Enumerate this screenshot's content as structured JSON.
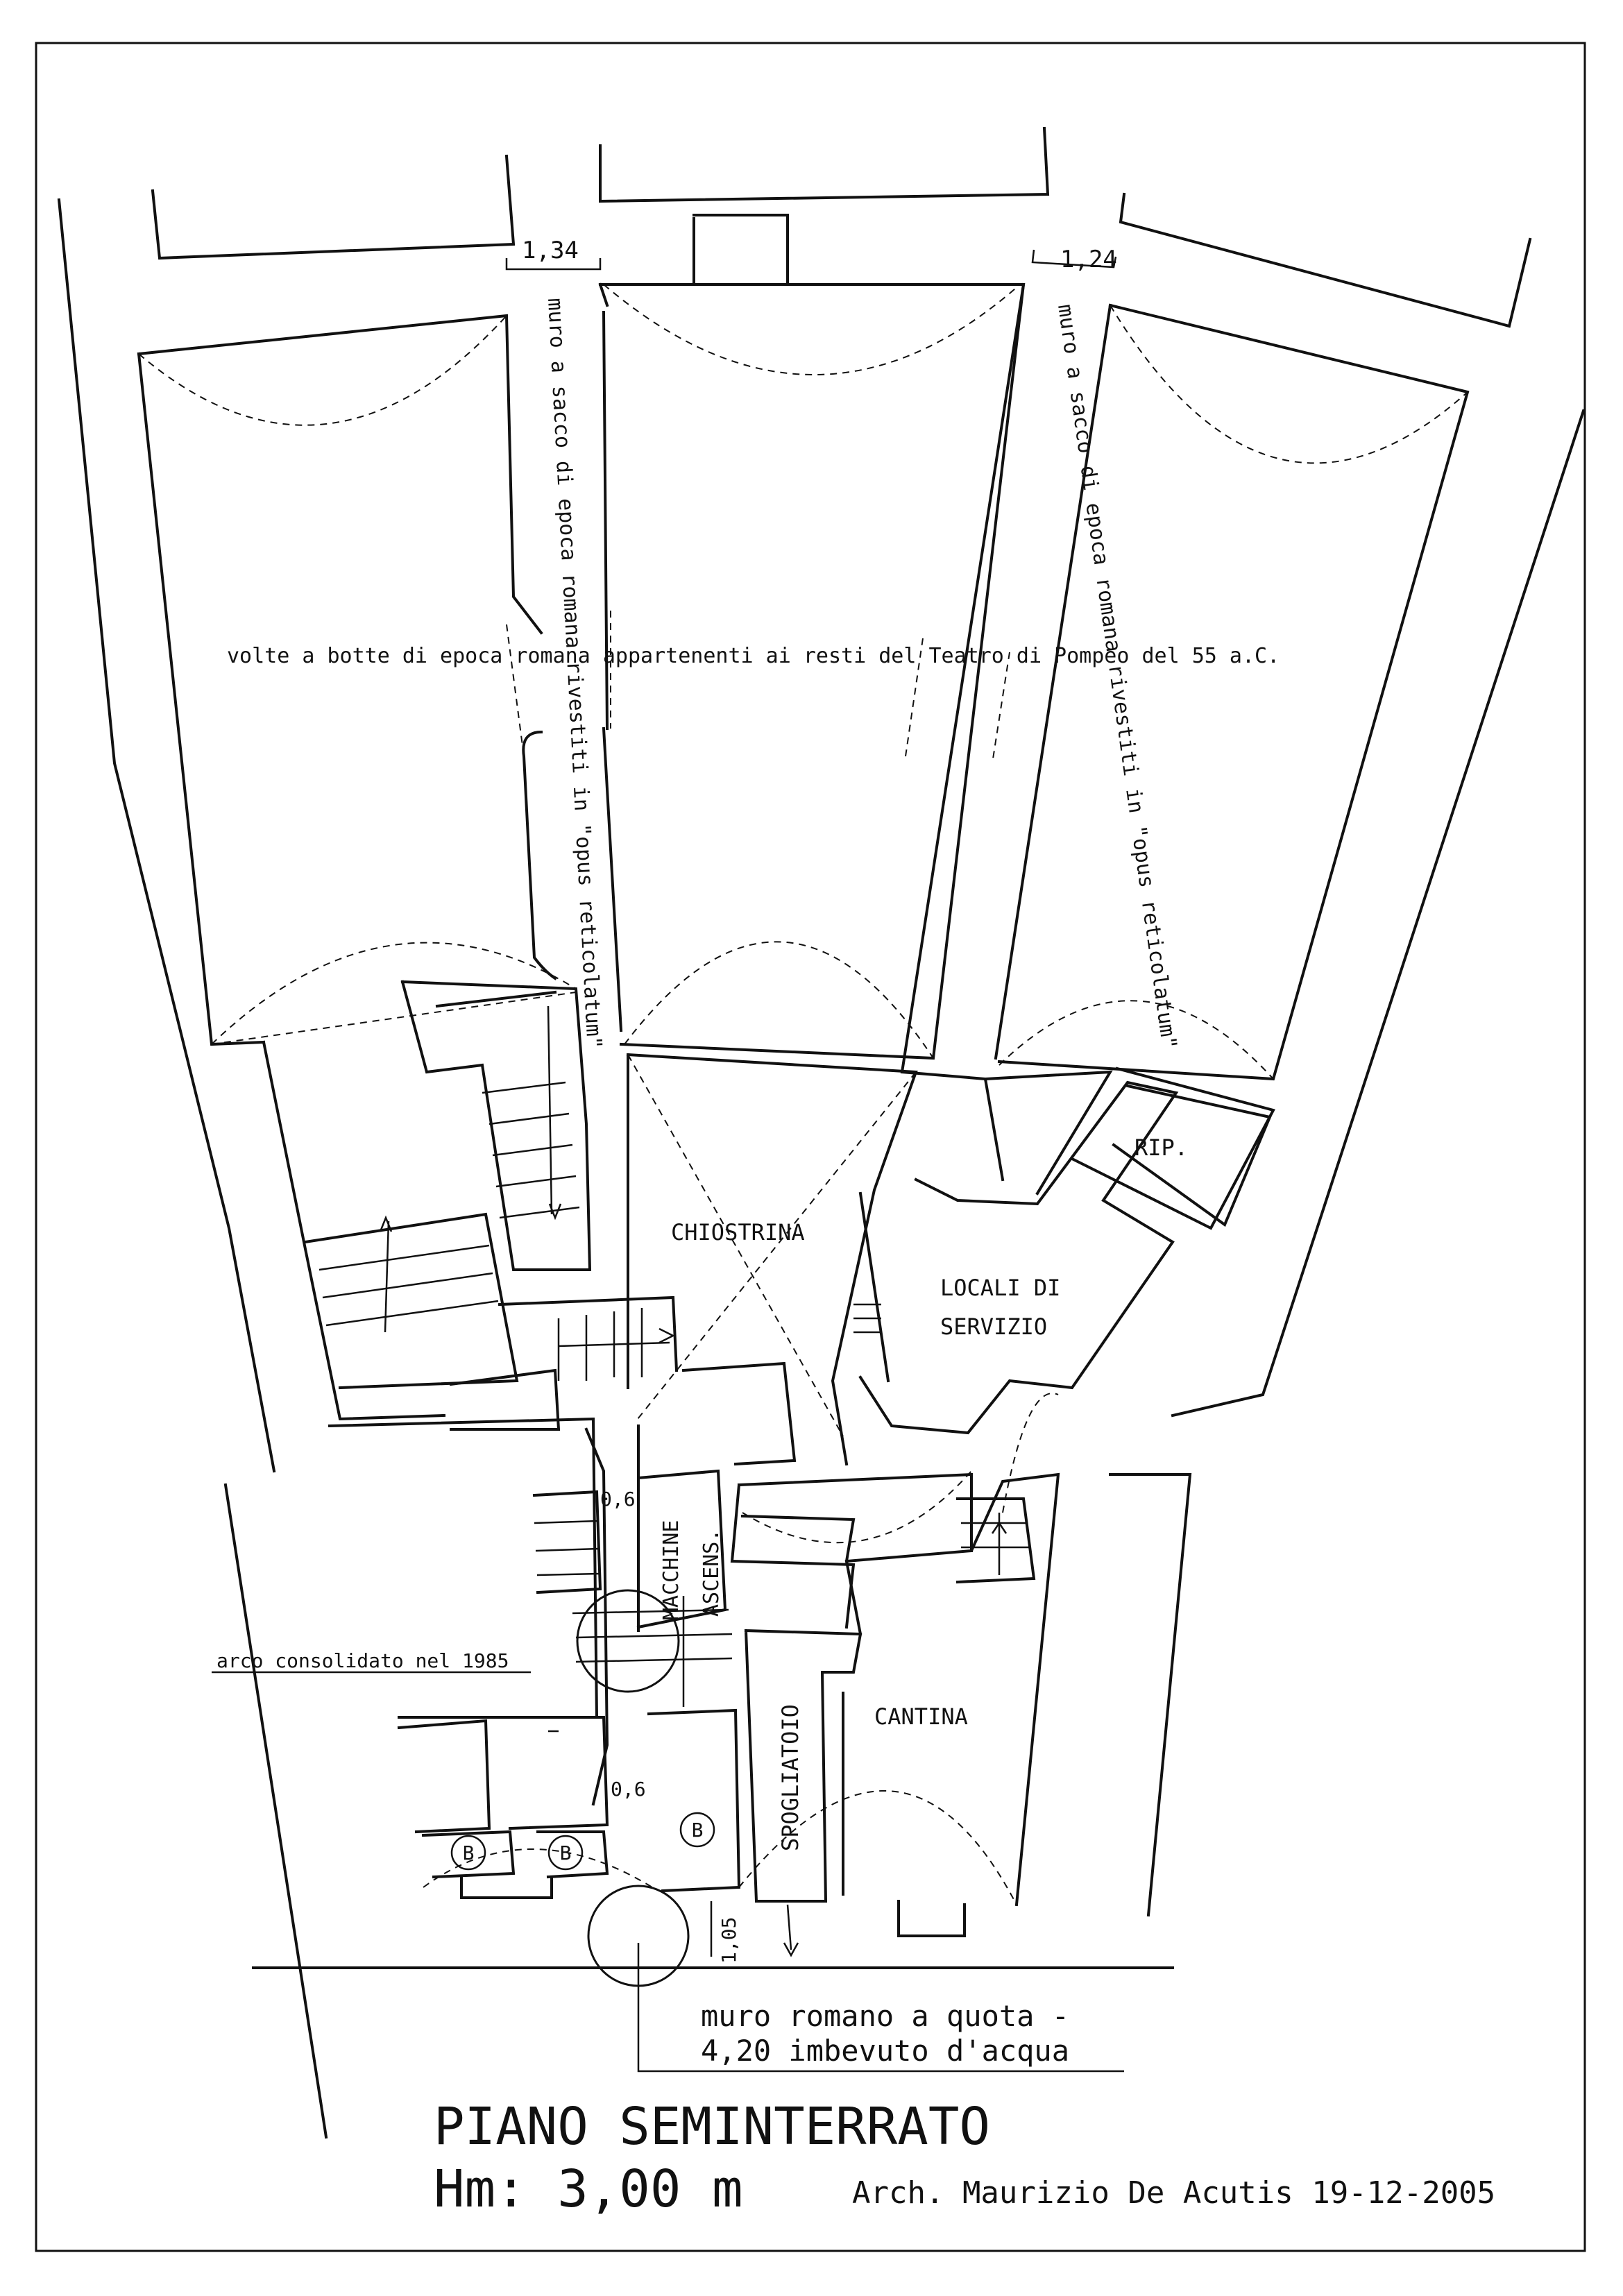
{
  "dimensions": {
    "left_wall_width": "1,34",
    "right_wall_width": "1,24",
    "passage_upper": "0,6",
    "passage_lower": "0,6",
    "front_depth": "1,05"
  },
  "notes": {
    "left_wall": "muro a sacco di epoca romana rivestiti in \"opus reticolatum\"",
    "right_wall": "muro a sacco di epoca romana rivestiti in \"opus reticolatum\"",
    "vaults": "volte a botte di epoca romana appartenenti ai resti del Teatro di Pompeo del 55 a.C.",
    "arch": "arco consolidato nel 1985",
    "roman_wall_line1": "muro romano a quota -",
    "roman_wall_line2": "4,20 imbevuto d'acqua"
  },
  "rooms": {
    "chiostrina": "CHIOSTRINA",
    "locali_line1": "LOCALI DI",
    "locali_line2": "SERVIZIO",
    "rip": "RIP.",
    "macchine": "MACCHINE",
    "ascens": "ASCENS.",
    "spogliatoio": "SPOGLIATOIO",
    "cantina": "CANTINA"
  },
  "bathrooms": [
    "B",
    "B",
    "B"
  ],
  "title": {
    "line1": "PIANO SEMINTERRATO",
    "height": "Hm: 3,00 m",
    "author": "Arch. Maurizio De Acutis 19-12-2005"
  }
}
